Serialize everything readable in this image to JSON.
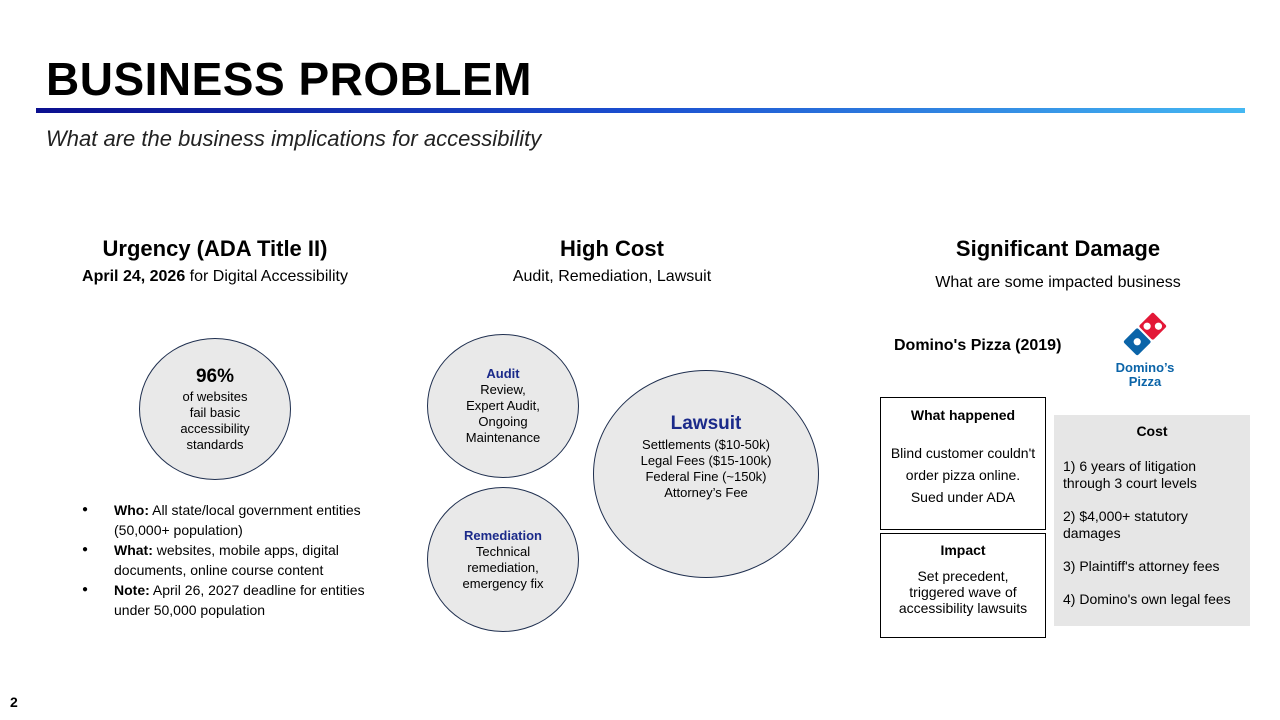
{
  "slide": {
    "title": "BUSINESS PROBLEM",
    "subtitle": "What are the business implications for accessibility",
    "page_number": "2"
  },
  "urgency": {
    "heading": "Urgency (ADA Title II)",
    "date": "April 24, 2026",
    "date_rest": " for Digital Accessibility",
    "stat_value": "96%",
    "stat_lines": [
      "of websites",
      "fail basic",
      "accessibility",
      "standards"
    ],
    "bullets": [
      {
        "label": "Who:",
        "text": " All state/local government entities (50,000+ population)"
      },
      {
        "label": "What:",
        "text": " websites, mobile apps, digital documents, online course content"
      },
      {
        "label": "Note:",
        "text": " April 26, 2027 deadline for entities under 50,000 population"
      }
    ]
  },
  "high_cost": {
    "heading": "High Cost",
    "sub": "Audit, Remediation, Lawsuit",
    "audit": {
      "title": "Audit",
      "lines": [
        "Review,",
        "Expert Audit,",
        "Ongoing",
        "Maintenance"
      ]
    },
    "remediation": {
      "title": "Remediation",
      "lines": [
        "Technical",
        "remediation,",
        "emergency fix"
      ]
    },
    "lawsuit": {
      "title": "Lawsuit",
      "lines": [
        "Settlements ($10-50k)",
        "Legal Fees ($15-100k)",
        "Federal Fine (~150k)",
        "Attorney’s Fee"
      ]
    }
  },
  "damage": {
    "heading": "Significant Damage",
    "sub": "What are some impacted business",
    "case_title": "Domino's Pizza (2019)",
    "logo_text": [
      "Domino’s",
      "Pizza"
    ],
    "what_happened": {
      "title": "What happened",
      "text": "Blind customer couldn't order pizza online. Sued under ADA"
    },
    "impact": {
      "title": "Impact",
      "text": "Set precedent, triggered wave of accessibility lawsuits"
    },
    "cost": {
      "title": "Cost",
      "items": [
        "1) 6 years of litigation through 3 court levels",
        "2) $4,000+ statutory damages",
        "3) Plaintiff's attorney fees",
        "4) Domino's own legal fees"
      ]
    }
  },
  "colors": {
    "accent_dark": "#0b0f8f",
    "accent_light": "#45b8f2",
    "domino_blue": "#0b64a8",
    "domino_red": "#e31837"
  }
}
